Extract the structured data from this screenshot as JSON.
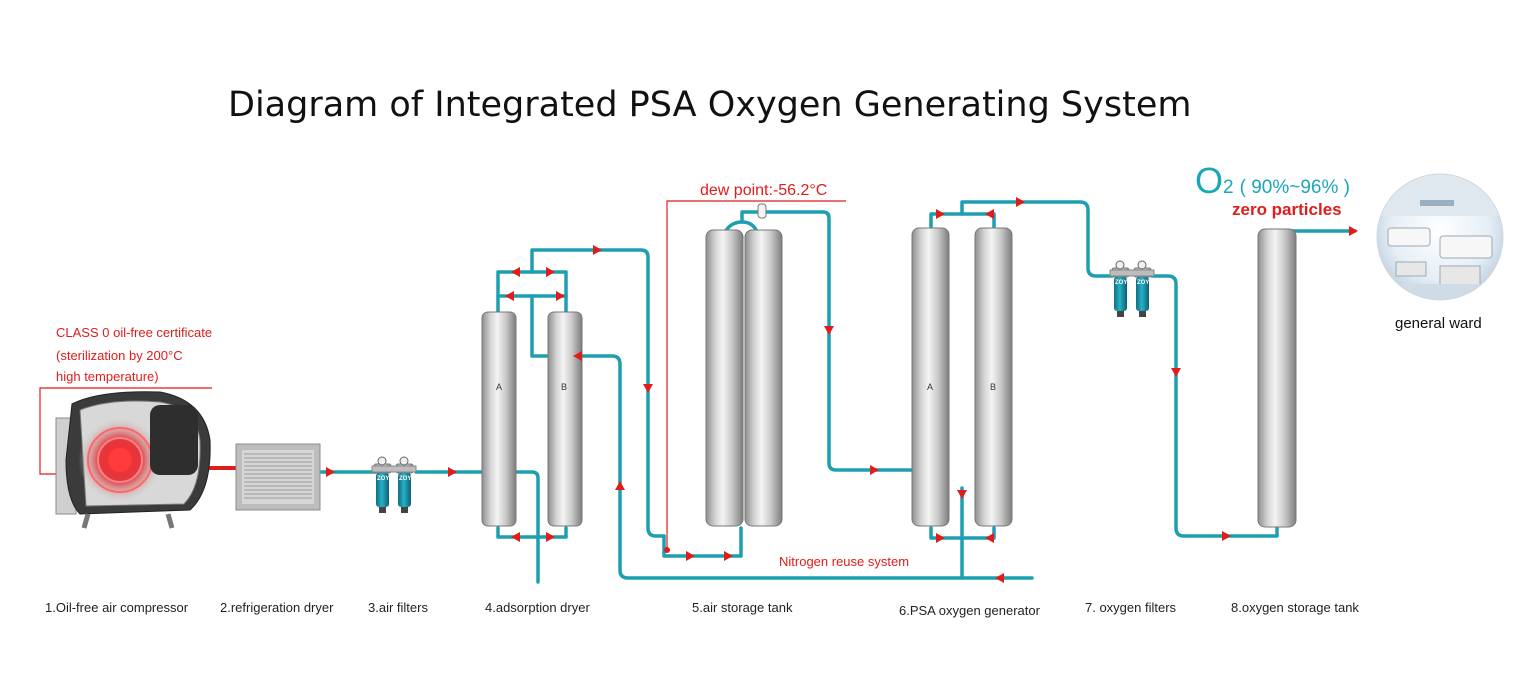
{
  "title": "Diagram of Integrated PSA Oxygen Generating System",
  "colors": {
    "pipe": "#1e9fb1",
    "arrow": "#e21b1b",
    "annotation": "#e21b1b",
    "output_text": "#1aa7b8"
  },
  "annotations": {
    "certificate_line1": "CLASS 0 oil-free certificate",
    "certificate_line2": "(sterilization by 200°C",
    "certificate_line3": "high temperature)",
    "dew_point": "dew point:-56.2°C",
    "nitrogen_reuse": "Nitrogen reuse system"
  },
  "output": {
    "o2_symbol": "O",
    "o2_subscript": "2",
    "purity": "( 90%~96% )",
    "zero_particles": "zero particles",
    "destination": "general ward"
  },
  "tank_labels": {
    "dryer_a": "A",
    "dryer_b": "B",
    "psa_a": "A",
    "psa_b": "B"
  },
  "filter_brand": "ZOY",
  "components": [
    "1.Oil-free air compressor",
    "2.refrigeration dryer",
    "3.air filters",
    "4.adsorption dryer",
    "5.air storage tank",
    "6.PSA oxygen generator",
    "7. oxygen filters",
    "8.oxygen storage tank"
  ]
}
